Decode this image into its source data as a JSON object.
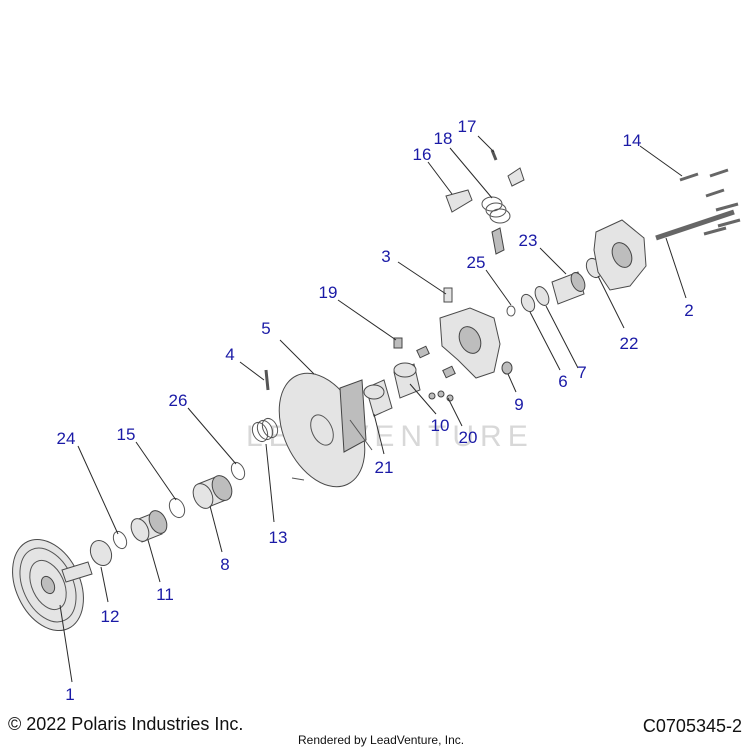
{
  "callouts": [
    {
      "id": "c1",
      "label": "1"
    },
    {
      "id": "c2",
      "label": "2"
    },
    {
      "id": "c3",
      "label": "3"
    },
    {
      "id": "c4",
      "label": "4"
    },
    {
      "id": "c5",
      "label": "5"
    },
    {
      "id": "c6",
      "label": "6"
    },
    {
      "id": "c7",
      "label": "7"
    },
    {
      "id": "c8",
      "label": "8"
    },
    {
      "id": "c9",
      "label": "9"
    },
    {
      "id": "c10",
      "label": "10"
    },
    {
      "id": "c11",
      "label": "11"
    },
    {
      "id": "c12",
      "label": "12"
    },
    {
      "id": "c13",
      "label": "13"
    },
    {
      "id": "c14",
      "label": "14"
    },
    {
      "id": "c15",
      "label": "15"
    },
    {
      "id": "c16",
      "label": "16"
    },
    {
      "id": "c17",
      "label": "17"
    },
    {
      "id": "c18",
      "label": "18"
    },
    {
      "id": "c19",
      "label": "19"
    },
    {
      "id": "c20",
      "label": "20"
    },
    {
      "id": "c21",
      "label": "21"
    },
    {
      "id": "c22",
      "label": "22"
    },
    {
      "id": "c23",
      "label": "23"
    },
    {
      "id": "c24",
      "label": "24"
    },
    {
      "id": "c25",
      "label": "25"
    },
    {
      "id": "c26",
      "label": "26"
    }
  ],
  "watermark": "LEADVENTURE",
  "footer": {
    "copyright": "© 2022 Polaris Industries Inc.",
    "rendered_by": "Rendered by LeadVenture, Inc.",
    "diagram_code": "C0705345-2"
  },
  "colors": {
    "callout": "#1a1aa6",
    "leader": "#2a2a2a",
    "part_fill": "#e4e4e4",
    "part_stroke": "#4a4a4a"
  }
}
